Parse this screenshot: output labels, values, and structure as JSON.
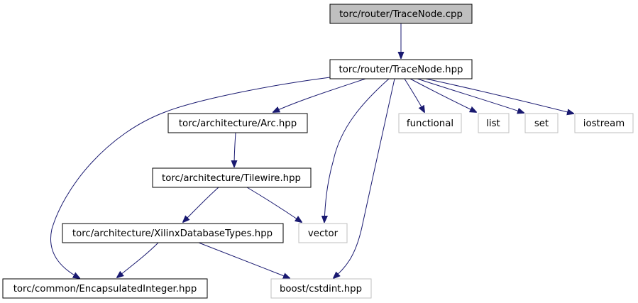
{
  "graph": {
    "nodes": [
      {
        "id": "tracenode_cpp",
        "label": "torc/router/TraceNode.cpp",
        "style": "root"
      },
      {
        "id": "tracenode_hpp",
        "label": "torc/router/TraceNode.hpp",
        "style": "internal"
      },
      {
        "id": "arc_hpp",
        "label": "torc/architecture/Arc.hpp",
        "style": "internal"
      },
      {
        "id": "tilewire_hpp",
        "label": "torc/architecture/Tilewire.hpp",
        "style": "internal"
      },
      {
        "id": "xilinxdbtypes_hpp",
        "label": "torc/architecture/XilinxDatabaseTypes.hpp",
        "style": "internal"
      },
      {
        "id": "encapsulatedinteger_hpp",
        "label": "torc/common/EncapsulatedInteger.hpp",
        "style": "internal"
      },
      {
        "id": "boost_cstdint",
        "label": "boost/cstdint.hpp",
        "style": "external"
      },
      {
        "id": "vector",
        "label": "vector",
        "style": "external"
      },
      {
        "id": "functional",
        "label": "functional",
        "style": "external"
      },
      {
        "id": "list",
        "label": "list",
        "style": "external"
      },
      {
        "id": "set",
        "label": "set",
        "style": "external"
      },
      {
        "id": "iostream",
        "label": "iostream",
        "style": "external"
      }
    ],
    "edges": [
      {
        "from": "tracenode_cpp",
        "to": "tracenode_hpp"
      },
      {
        "from": "tracenode_hpp",
        "to": "arc_hpp"
      },
      {
        "from": "tracenode_hpp",
        "to": "encapsulatedinteger_hpp"
      },
      {
        "from": "tracenode_hpp",
        "to": "vector"
      },
      {
        "from": "tracenode_hpp",
        "to": "boost_cstdint"
      },
      {
        "from": "tracenode_hpp",
        "to": "functional"
      },
      {
        "from": "tracenode_hpp",
        "to": "list"
      },
      {
        "from": "tracenode_hpp",
        "to": "set"
      },
      {
        "from": "tracenode_hpp",
        "to": "iostream"
      },
      {
        "from": "arc_hpp",
        "to": "tilewire_hpp"
      },
      {
        "from": "tilewire_hpp",
        "to": "xilinxdbtypes_hpp"
      },
      {
        "from": "tilewire_hpp",
        "to": "vector"
      },
      {
        "from": "xilinxdbtypes_hpp",
        "to": "encapsulatedinteger_hpp"
      },
      {
        "from": "xilinxdbtypes_hpp",
        "to": "boost_cstdint"
      }
    ]
  },
  "colors": {
    "edge": "#191970",
    "root_fill": "#bfbfbf",
    "internal_stroke": "#000000",
    "external_stroke": "#bfbfbf",
    "text": "#000000"
  }
}
